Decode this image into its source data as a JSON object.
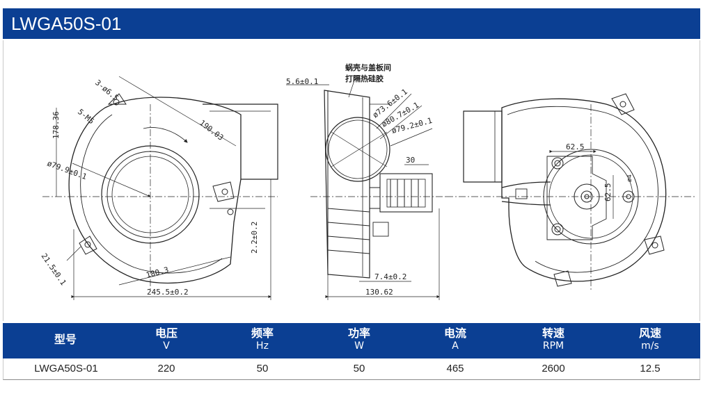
{
  "title": "LWGA50S-01",
  "drawing": {
    "front": {
      "screw_a": "3-ø6.5",
      "screw_b": "5-M5",
      "dim_178": "178.36",
      "dim_190": "190.03",
      "dim_79_9": "ø79.9±0.1",
      "dim_2_2": "2.2±0.2",
      "dim_21_5": "21.5±0.1",
      "dim_180": "180.3",
      "dim_245": "245.5±0.2"
    },
    "side": {
      "note_line1": "蜗壳与盖板间",
      "note_line2": "打隔热硅胶",
      "dim_5_6": "5.6±0.1",
      "dim_73_6": "ø73.6±0.1",
      "dim_80_7": "ø80.7±0.1",
      "dim_79_2": "ø79.2±0.1",
      "dim_30": "30",
      "dim_7_4": "7.4±0.2",
      "dim_130": "130.62"
    },
    "back": {
      "dim_62_5": "62.5",
      "dim_62_5_v": "62.5",
      "dim_8": "ø4"
    }
  },
  "table": {
    "headers": [
      {
        "name": "型号",
        "unit": ""
      },
      {
        "name": "电压",
        "unit": "V"
      },
      {
        "name": "频率",
        "unit": "Hz"
      },
      {
        "name": "功率",
        "unit": "W"
      },
      {
        "name": "电流",
        "unit": "A"
      },
      {
        "name": "转速",
        "unit": "RPM"
      },
      {
        "name": "风速",
        "unit": "m/s"
      }
    ],
    "row": [
      "LWGA50S-01",
      "220",
      "50",
      "50",
      "465",
      "2600",
      "12.5"
    ]
  }
}
